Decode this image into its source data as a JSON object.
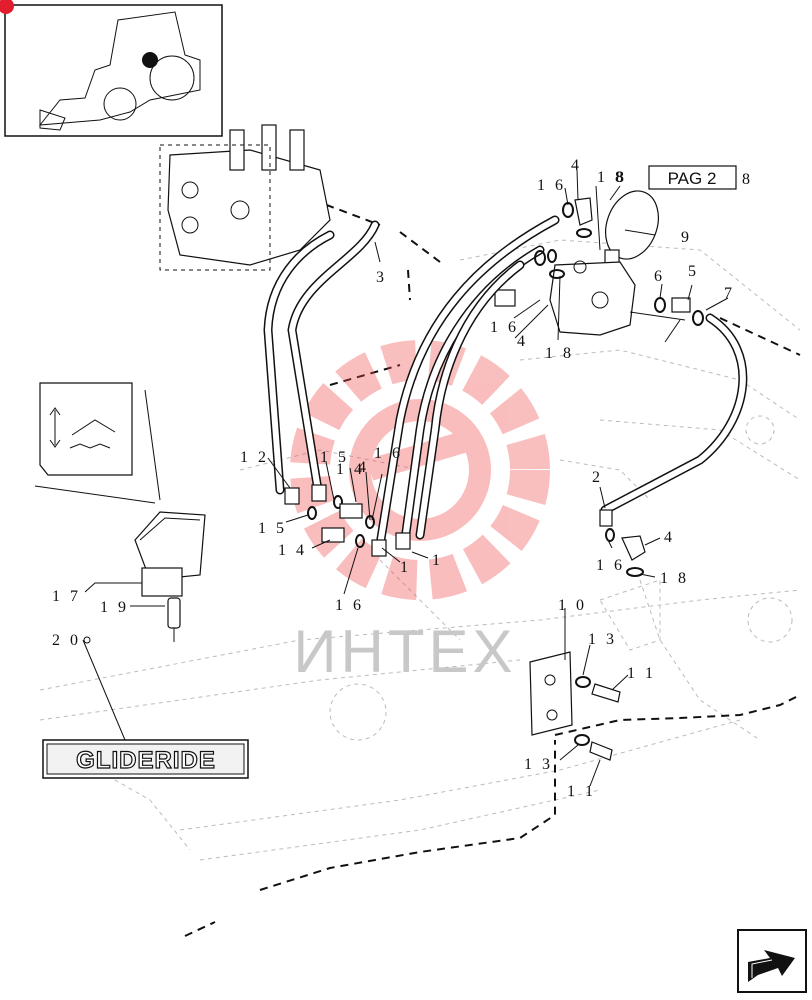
{
  "page_ref": {
    "label": "PAG 2",
    "number": "8"
  },
  "watermark": "ИНТЕХ",
  "decal": "GLIDERIDE",
  "callouts": {
    "c1a": "1",
    "c1b": "1",
    "c2": "2",
    "c3": "3",
    "c4a": "4",
    "c4b": "4",
    "c4c": "4",
    "c4d": "4",
    "c5": "5",
    "c6": "6",
    "c7": "7",
    "c8": "8",
    "c9": "9",
    "c10": "1 0",
    "c11a": "1 1",
    "c11b": "1 1",
    "c12": "1 2",
    "c13a": "1 3",
    "c13b": "1 3",
    "c14a": "1 4",
    "c14b": "1 4",
    "c15a": "1 5",
    "c15b": "1 5",
    "c16a": "1 6",
    "c16b": "1 6",
    "c16c": "1 6",
    "c16d": "1 6",
    "c16e": "1 6",
    "c17": "1 7",
    "c18a": "1 8",
    "c18b": "1 8",
    "c18c": "1 8",
    "c19": "1 9",
    "c20": "2 0"
  }
}
